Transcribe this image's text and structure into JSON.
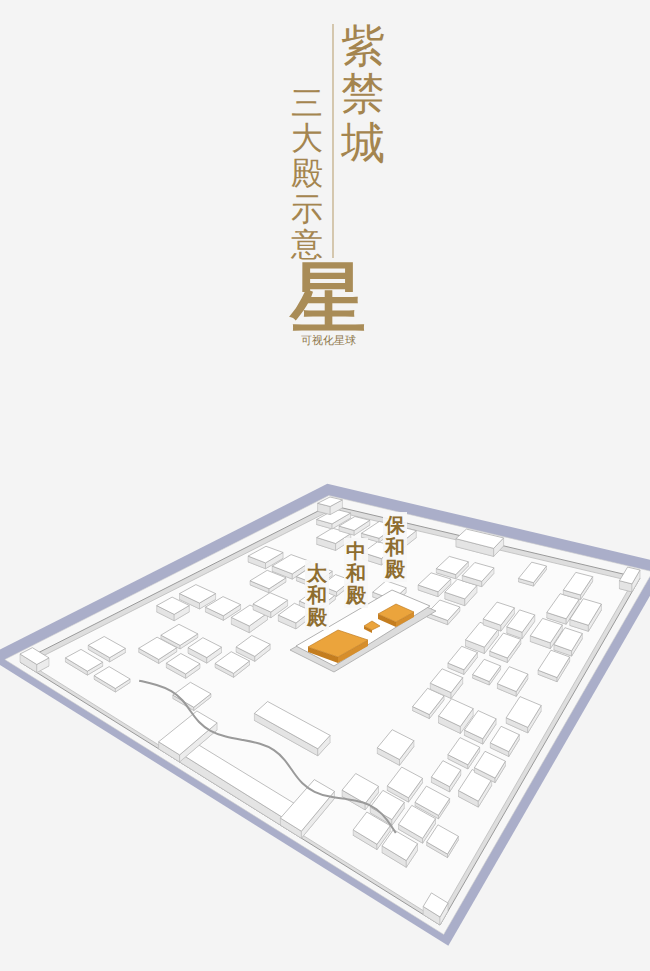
{
  "diagram": {
    "title": "紫禁城",
    "labels": [
      "三大殿示意",
      "星",
      "可视化星球",
      "太和殿",
      "中和殿",
      "保和殿"
    ]
  }
}
